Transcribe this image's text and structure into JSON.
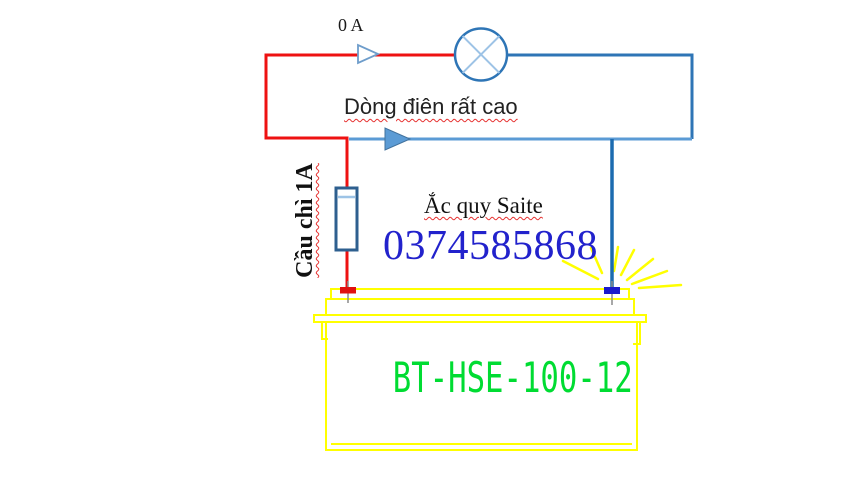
{
  "diagram": {
    "ammeter_label": "0 A",
    "warning_text": "Dòng điên rất cao",
    "fuse_label": "Cầu chì 1A",
    "battery": {
      "brand_label": "Ắc quy Saite",
      "phone_number": "0374585868",
      "model": "BT-HSE-100-12"
    },
    "colors": {
      "wire_positive_red": "#ee1111",
      "wire_negative_dark_blue": "#2e75b6",
      "wire_light_blue": "#5b9bd5",
      "lamp_cross_blue": "#9dc3e6",
      "battery_outline_yellow": "#ffff00",
      "battery_model_green": "#00dc32",
      "phone_blue": "#2222cc",
      "spellcheck_red": "#e6302f",
      "terminal_negative_blue": "#1a1acc",
      "terminal_positive_red": "#e01010"
    }
  }
}
